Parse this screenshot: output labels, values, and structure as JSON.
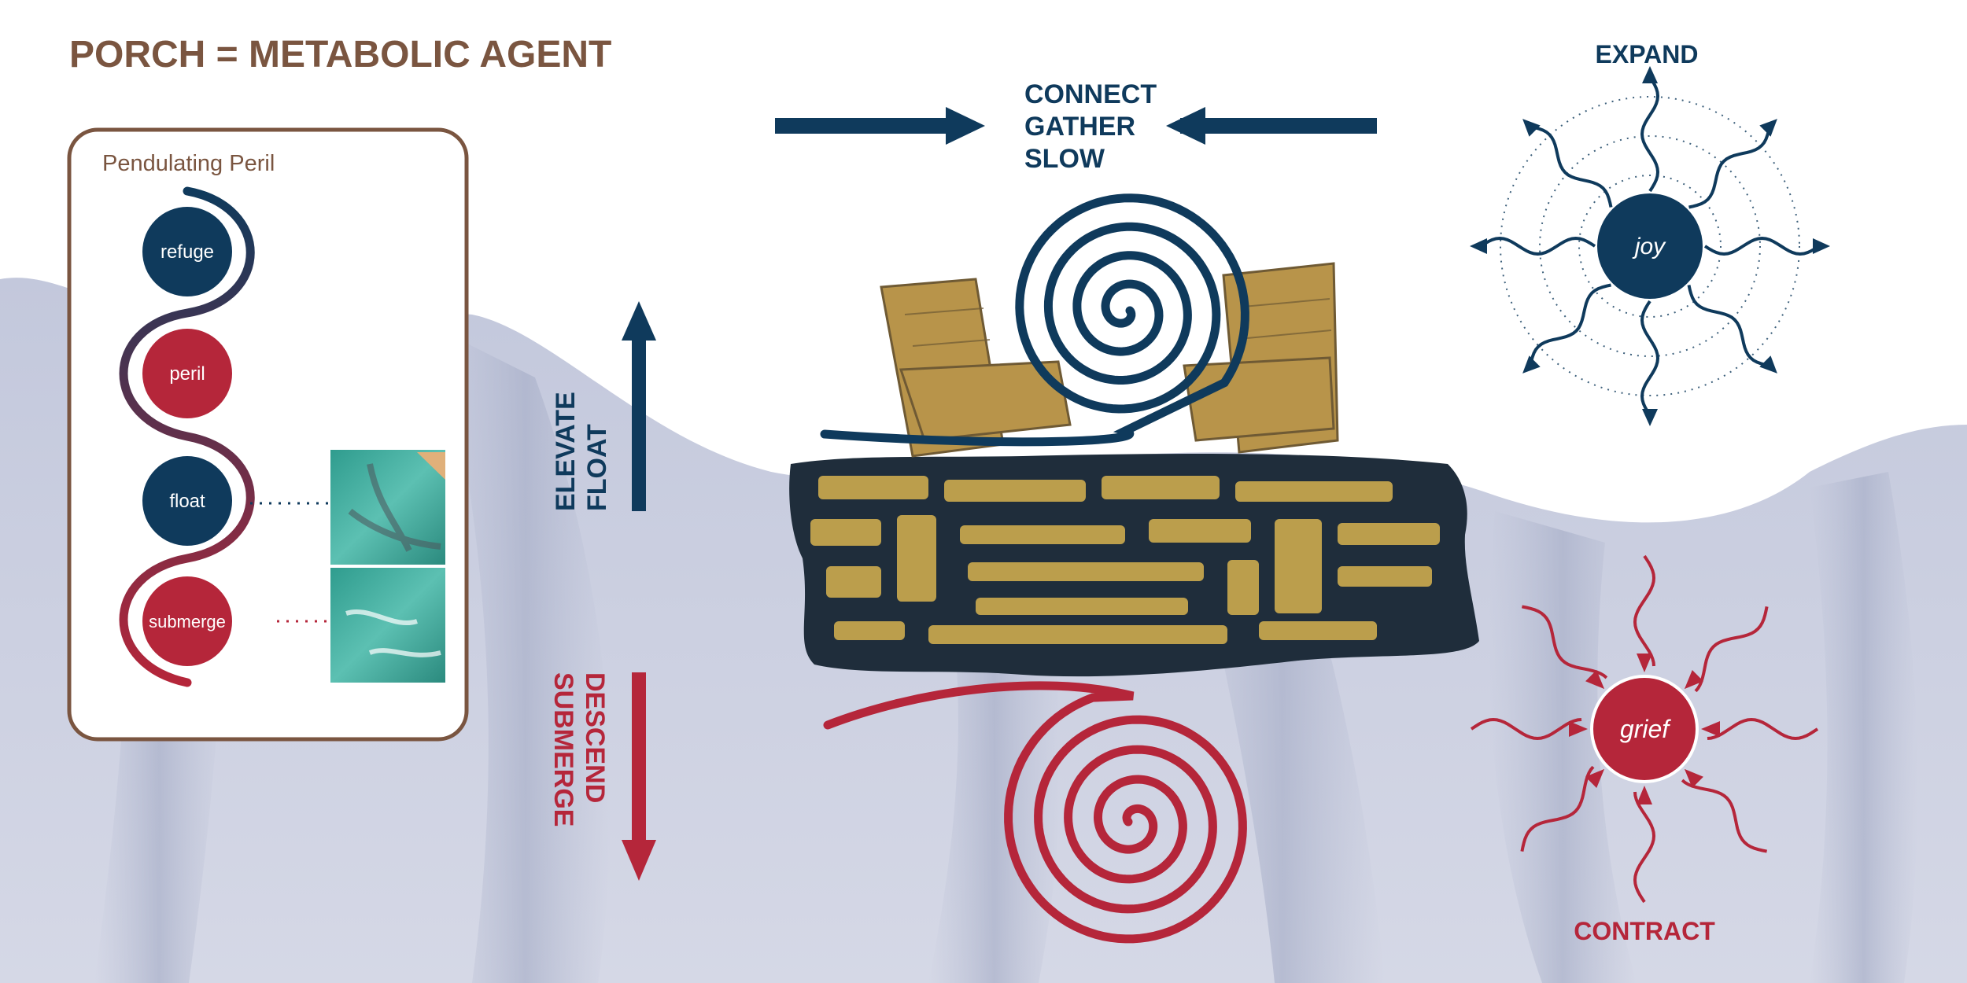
{
  "title": "PORCH = METABOLIC AGENT",
  "panel": {
    "heading": "Pendulating Peril",
    "nodes": [
      {
        "label": "refuge",
        "color": "#0f3a5c"
      },
      {
        "label": "peril",
        "color": "#b5263a"
      },
      {
        "label": "float",
        "color": "#0f3a5c"
      },
      {
        "label": "submerge",
        "color": "#b5263a"
      }
    ]
  },
  "top_labels": [
    "CONNECT",
    "GATHER",
    "SLOW"
  ],
  "vertical": {
    "up_labels": [
      "ELEVATE",
      "FLOAT"
    ],
    "down_labels": [
      "DESCEND",
      "SUBMERGE"
    ]
  },
  "joy": {
    "label": "joy",
    "caption": "EXPAND"
  },
  "grief": {
    "label": "grief",
    "caption": "CONTRACT"
  },
  "colors": {
    "navy": "#0f3a5c",
    "red": "#b5263a",
    "brown": "#7a5540",
    "fabric": "#c7ccdf",
    "gold": "#c9a84e",
    "teal": "#3fa89b"
  }
}
